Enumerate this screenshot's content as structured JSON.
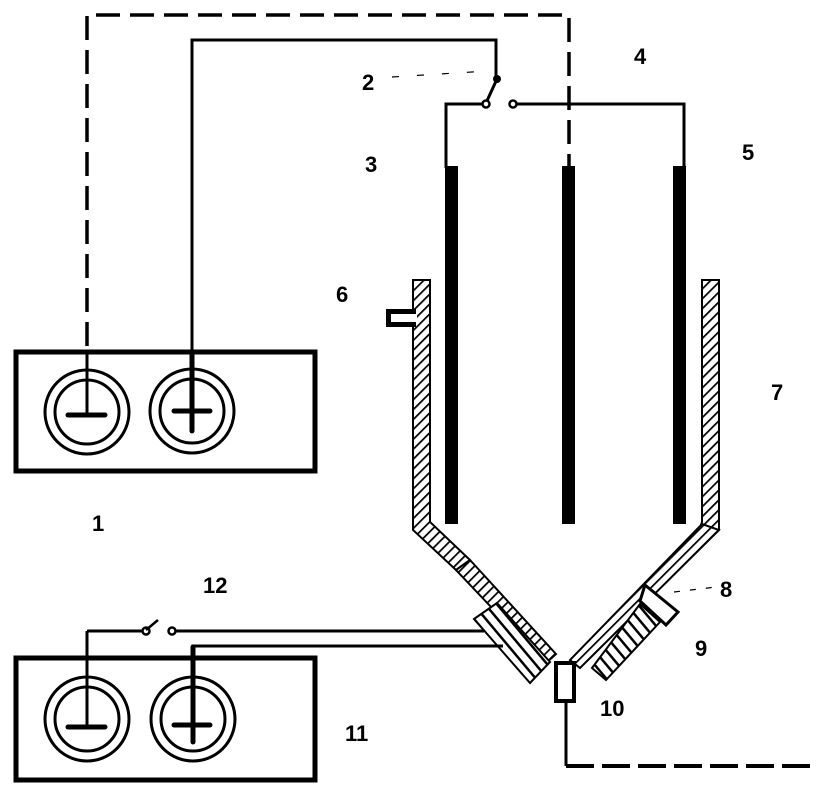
{
  "diagram": {
    "type": "electrochemical apparatus schematic",
    "colors": {
      "line": "#000000",
      "background": "#ffffff"
    },
    "labels": {
      "l1": "1",
      "l2": "2",
      "l3": "3",
      "l4": "4",
      "l5": "5",
      "l6": "6",
      "l7": "7",
      "l8": "8",
      "l9": "9",
      "l10": "10",
      "l11": "11",
      "l12": "12"
    },
    "components": [
      {
        "id": "1",
        "name": "upper power supply",
        "terminals": [
          "negative",
          "positive"
        ]
      },
      {
        "id": "2",
        "name": "changeover switch"
      },
      {
        "id": "3",
        "name": "left electrode"
      },
      {
        "id": "4",
        "name": "center electrode"
      },
      {
        "id": "5",
        "name": "right electrode"
      },
      {
        "id": "6",
        "name": "side inlet port"
      },
      {
        "id": "7",
        "name": "hatched vessel wall"
      },
      {
        "id": "8",
        "name": "nozzle fitting"
      },
      {
        "id": "9",
        "name": "hatched bottom block"
      },
      {
        "id": "10",
        "name": "bottom outlet"
      },
      {
        "id": "11",
        "name": "lower power supply",
        "terminals": [
          "negative",
          "positive"
        ]
      },
      {
        "id": "12",
        "name": "lower circuit switch"
      }
    ]
  }
}
